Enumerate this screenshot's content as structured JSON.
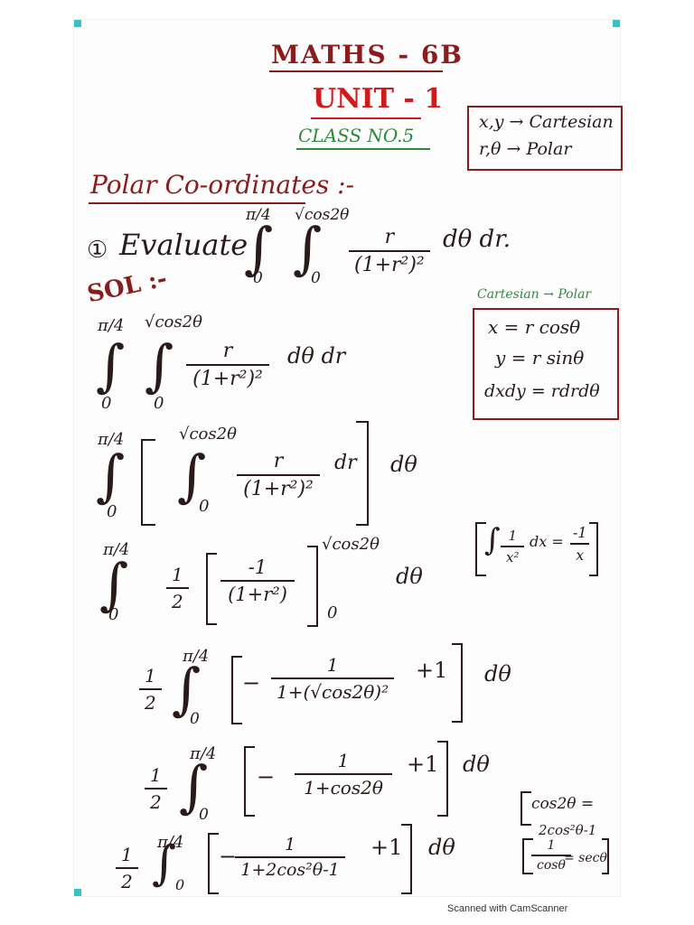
{
  "header": {
    "course": "MATHS - 6B",
    "unit": "UNIT - 1",
    "class_no": "CLASS NO.5"
  },
  "coord_note": {
    "line1": "x,y → Cartesian",
    "line2": "r,θ → Polar"
  },
  "topic": "Polar Co-ordinates :-",
  "problem": {
    "number": "①",
    "verb": "Evaluate",
    "outer_upper": "π/4",
    "outer_lower": "0",
    "inner_upper": "√cos2θ",
    "inner_lower": "0",
    "integrand_num": "r",
    "integrand_den": "(1+r²)²",
    "differentials": "dθ dr."
  },
  "solution_label": "SOL :-",
  "conversion_box": {
    "title": "Cartesian → Polar",
    "line1": "x = r cosθ",
    "line2": "y = r sinθ",
    "line3": "dxdy = rdrdθ"
  },
  "formula_box": {
    "text_left": "∫",
    "num": "1",
    "den": "x²",
    "mid": "dx =",
    "res_num": "-1",
    "res_den": "x"
  },
  "trig_box": {
    "line1": "cos2θ =",
    "line2": "2cos²θ-1",
    "line3_num": "1",
    "line3_den": "cosθ",
    "line3_eq": "= secθ"
  },
  "steps": {
    "s1": {
      "upper_outer": "π/4",
      "upper_inner": "√cos2θ",
      "lower_outer": "0",
      "lower_inner": "0",
      "num": "r",
      "den": "(1+r²)²",
      "diff": "dθ dr"
    },
    "s2": {
      "upper_outer": "π/4",
      "upper_inner": "√cos2θ",
      "lower_outer": "0",
      "lower_inner": "0",
      "num": "r",
      "den": "(1+r²)²",
      "inner_diff": "dr",
      "outer_diff": "dθ"
    },
    "s3": {
      "upper": "π/4",
      "lower": "0",
      "half_num": "1",
      "half_den": "2",
      "num": "-1",
      "den": "(1+r²)",
      "eval_upper": "√cos2θ",
      "eval_lower": "0",
      "diff": "dθ"
    },
    "s4": {
      "half_num": "1",
      "half_den": "2",
      "upper": "π/4",
      "lower": "0",
      "minus": "−",
      "num": "1",
      "den": "1+(√cos2θ)²",
      "plus": "+1",
      "diff": "dθ"
    },
    "s5": {
      "half_num": "1",
      "half_den": "2",
      "upper": "π/4",
      "lower": "0",
      "minus": "−",
      "num": "1",
      "den": "1+cos2θ",
      "plus": "+1",
      "diff": "dθ"
    },
    "s6": {
      "half_num": "1",
      "half_den": "2",
      "upper": "π/4",
      "lower": "0",
      "minus": "−",
      "num": "1",
      "den": "1+2cos²θ-1",
      "plus": "+1",
      "diff": "dθ"
    }
  },
  "footer": "Scanned with CamScanner"
}
